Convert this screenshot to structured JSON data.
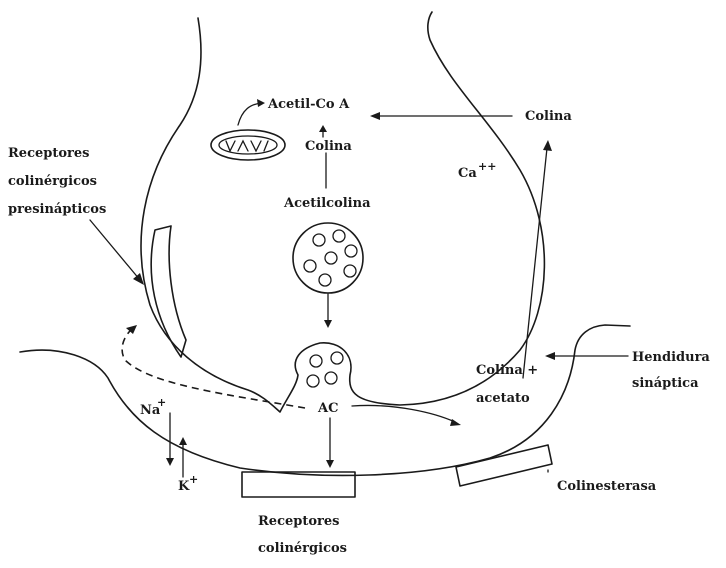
{
  "labels": {
    "acetil_coa": "Acetil-Co A",
    "colina_top": "Colina",
    "colina_right": "Colina",
    "acetilcolina": "Acetilcolina",
    "calcium": "Ca",
    "calcium_charge": "++",
    "receptores_pre_1": "Receptores",
    "receptores_pre_2": "colinérgicos",
    "receptores_pre_3": "presinápticos",
    "hendidura_1": "Hendidura",
    "hendidura_2": "sináptica",
    "colina_acetato_1": "Colina +",
    "colina_acetato_2": "acetato",
    "na": "Na",
    "na_charge": "+",
    "k": "K",
    "k_charge": "+",
    "ac": "AC",
    "colinesterasa": "Colinesterasa",
    "receptores_post_1": "Receptores",
    "receptores_post_2": "colinérgicos"
  }
}
